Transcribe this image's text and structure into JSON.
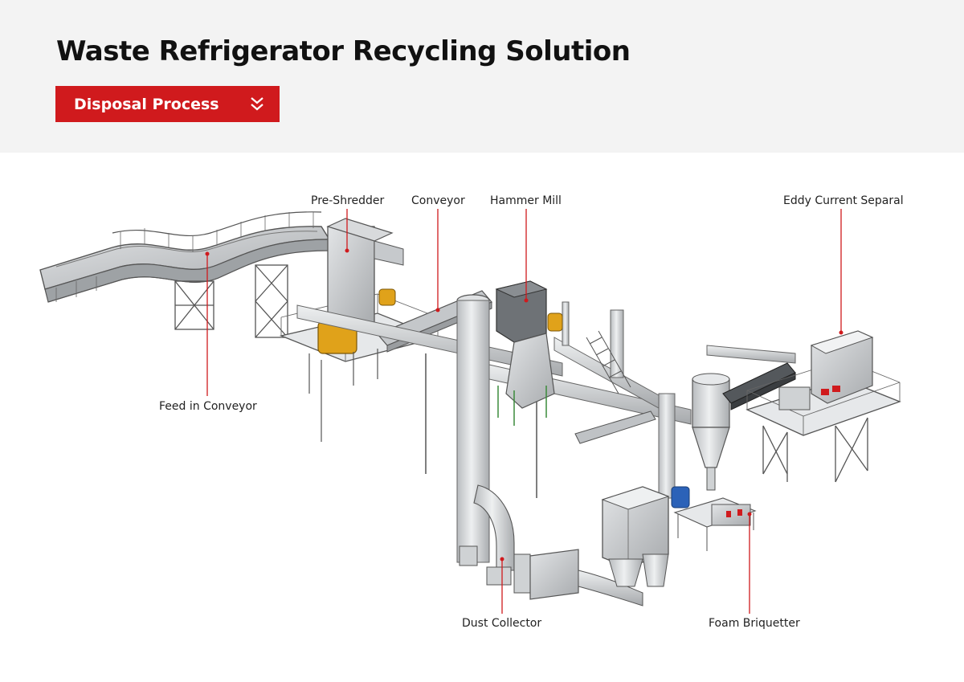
{
  "header": {
    "title": "Waste Refrigerator Recycling Solution",
    "process_button_label": "Disposal Process"
  },
  "callouts": {
    "pre_shredder": "Pre-Shredder",
    "conveyor": "Conveyor",
    "hammer_mill": "Hammer Mill",
    "eddy_current": "Eddy Current Separal",
    "feed_in_conveyor": "Feed in Conveyor",
    "dust_collector": "Dust Collector",
    "foam_briquetter": "Foam Briquetter"
  },
  "colors": {
    "accent_red": "#d01a1d",
    "header_bg": "#f3f3f3",
    "machine_gray": "#cfd2d4",
    "motor_orange": "#e0a21a",
    "motor_blue": "#2b62b8",
    "frame_green": "#3a8a3a"
  }
}
